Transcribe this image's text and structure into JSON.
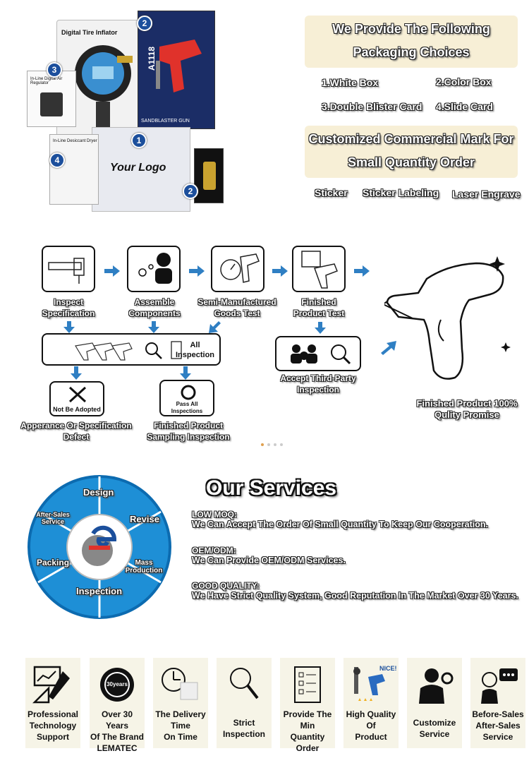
{
  "packaging": {
    "title_line1": "We Provide The Following",
    "title_line2": "Packaging Choices",
    "choices": [
      "1.White Box",
      "2.Color Box",
      "3.Double Blister Card",
      "4.Slide Card"
    ],
    "mark_title_line1": "Customized Commercial Mark For",
    "mark_title_line2": "Small Quantity Order",
    "mark_options": [
      "Sticker",
      "Sticker Labeling",
      "Laser Engrave"
    ],
    "product_images": {
      "tire_inflator": "Digital Tire Inflator",
      "sandblaster": "SANDBLASTER GUN",
      "sandblaster_code": "A1118",
      "regulator": "In-Line Digital Air Regulator",
      "dryer": "In-Line Desiccant Dryer",
      "logo_box": "Your Logo",
      "badges": [
        "1",
        "2",
        "3",
        "4",
        "2"
      ]
    }
  },
  "process": {
    "steps": [
      {
        "line1": "Inspect",
        "line2": "Specification"
      },
      {
        "line1": "Assemble",
        "line2": "Components"
      },
      {
        "line1": "Semi-Manufactured",
        "line2": "Goods Test"
      },
      {
        "line1": "Finished",
        "line2": "Product Test"
      }
    ],
    "all_inspection_line1": "All",
    "all_inspection_line2": "Inspection",
    "third_party_line1": "Accept Third-Party",
    "third_party_line2": "Inspection",
    "not_adopted": "Not Be Adopted",
    "pass_all_line1": "Pass All",
    "pass_all_line2": "Inspections",
    "defect_line1": "Apperance Or Specification",
    "defect_line2": "Defect",
    "sampling_line1": "Finished Product",
    "sampling_line2": "Sampling Inspection",
    "promise_line1": "Finished Product 100%",
    "promise_line2": "Qulity Promise"
  },
  "services": {
    "title": "Our Services",
    "wheel": [
      "Design",
      "Revise",
      "Mass Production",
      "Inspection",
      "Packing",
      "After-Sales Service"
    ],
    "items": [
      {
        "head": "LOW MOQ:",
        "text": "We Can Accept The Order Of Small Quantity To Keep Our Cooperation."
      },
      {
        "head": "OEM/ODM:",
        "text": "We Can Provide OEM/ODM Services."
      },
      {
        "head": "GOOD QUALITY:",
        "text": "We Have Strict Quality System, Good Reputation In The Market Over 30 Years."
      }
    ]
  },
  "features": [
    {
      "icon": "technology-support-icon",
      "lines": [
        "Professional",
        "Technology",
        "Support"
      ]
    },
    {
      "icon": "30-years-badge-icon",
      "badge": "30years",
      "lines": [
        "Over 30 Years",
        "Of The Brand",
        "LEMATEC"
      ]
    },
    {
      "icon": "delivery-time-icon",
      "lines": [
        "The Delivery",
        "Time",
        "On Time"
      ]
    },
    {
      "icon": "magnifier-icon",
      "lines": [
        "Strict",
        "Inspection"
      ]
    },
    {
      "icon": "checklist-icon",
      "lines": [
        "Provide The",
        "Min",
        "Quantity Order"
      ]
    },
    {
      "icon": "quality-products-icon",
      "badge": "NICE!",
      "lines": [
        "High Quality",
        "Of",
        "Product"
      ]
    },
    {
      "icon": "customer-service-icon",
      "lines": [
        "Customize",
        "Service"
      ]
    },
    {
      "icon": "support-headset-icon",
      "lines": [
        "Before-Sales",
        "After-Sales",
        "Service"
      ]
    }
  ],
  "colors": {
    "accent_blue": "#2f7fc3",
    "wheel_blue": "#1e8fd6",
    "banner_bg": "#f7efd6",
    "feature_bg": "#f6f4e7"
  }
}
